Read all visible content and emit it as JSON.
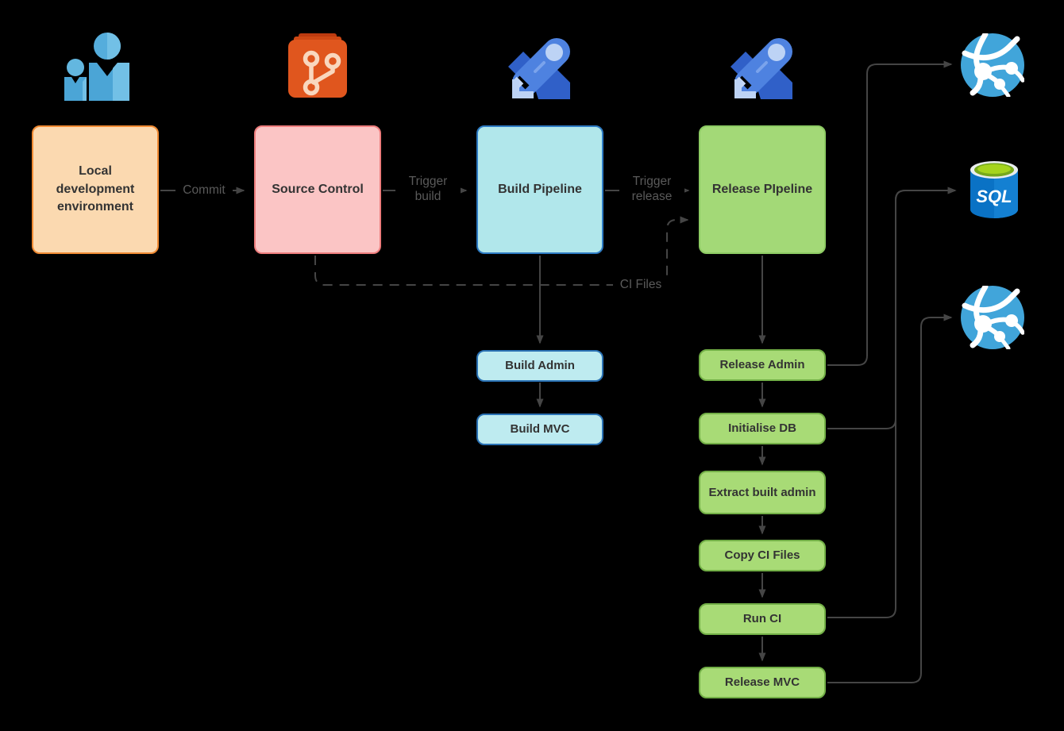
{
  "diagram": {
    "title": "CI/CD build and release pipeline diagram",
    "nodes": {
      "local_dev": {
        "label": "Local development environment",
        "fill": "#FBD9B0",
        "border": "#F08A33"
      },
      "source_control": {
        "label": "Source Control",
        "fill": "#FBC5C5",
        "border": "#EE7D7D"
      },
      "build_pipeline": {
        "label": "Build Pipeline",
        "fill": "#B1E7EB",
        "border": "#2D7BC4"
      },
      "release_pipeline": {
        "label": "Release PIpeline",
        "fill": "#A3D977",
        "border": "#8DCB63"
      },
      "build_admin": {
        "label": "Build Admin",
        "fill": "#BEEBF0",
        "border": "#2A72B5"
      },
      "build_mvc": {
        "label": "Build MVC",
        "fill": "#BEEBF0",
        "border": "#2A72B5"
      },
      "release_admin": {
        "label": "Release Admin",
        "fill": "#A8DB76",
        "border": "#72AF46"
      },
      "initialise_db": {
        "label": "Initialise DB",
        "fill": "#A8DB76",
        "border": "#72AF46"
      },
      "extract_built_admin": {
        "label": "Extract built admin",
        "fill": "#A8DB76",
        "border": "#72AF46"
      },
      "copy_ci_files": {
        "label": "Copy CI Files",
        "fill": "#A8DB76",
        "border": "#72AF46"
      },
      "run_ci": {
        "label": "Run CI",
        "fill": "#A8DB76",
        "border": "#72AF46"
      },
      "release_mvc": {
        "label": "Release MVC",
        "fill": "#A8DB76",
        "border": "#72AF46"
      }
    },
    "edge_labels": {
      "commit": "Commit",
      "trigger_build": "Trigger\nbuild",
      "trigger_release": "Trigger\nrelease",
      "ci_files": "CI Files"
    },
    "icons": {
      "team": "team-icon",
      "git_repository": "git-repository-icon",
      "build_rocket": "pipelines-rocket-icon",
      "release_rocket": "pipelines-rocket-icon",
      "app_service_top": "app-service-globe-icon",
      "sql_database": "sql-database-icon",
      "app_service_bottom": "app-service-globe-icon"
    },
    "sql_label": "SQL",
    "colors": {
      "background": "#000000",
      "connector_line": "#454545",
      "edge_label_text": "#5A5A5A",
      "node_text": "#333333",
      "team_blue": "#4BA5D6",
      "git_orange": "#E0561E",
      "rocket_blue": "#4E82E0",
      "globe_blue": "#41A5DA",
      "sql_blue": "#0A72C5",
      "sql_green": "#A5D41E"
    }
  }
}
